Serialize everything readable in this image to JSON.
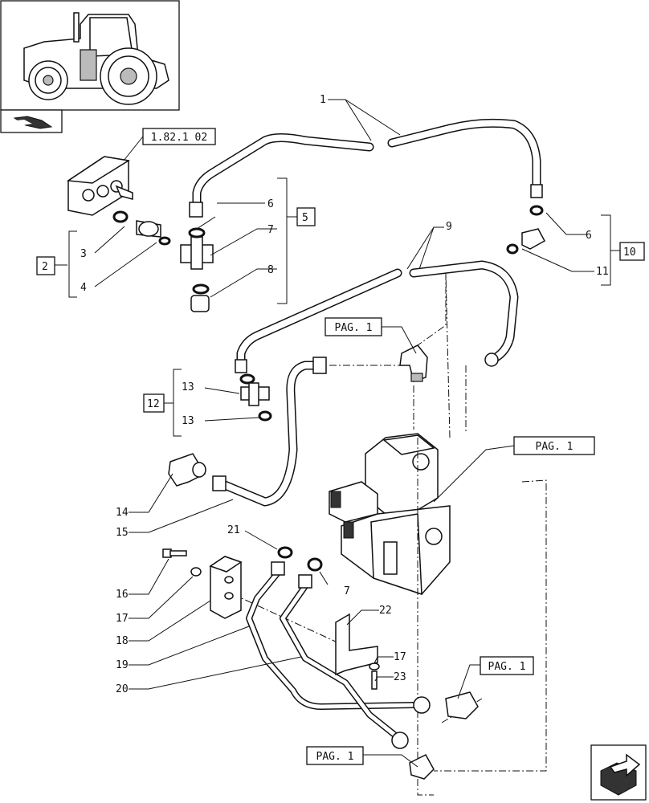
{
  "labels": {
    "n1": "1",
    "n2": "2",
    "n3": "3",
    "n4": "4",
    "n5": "5",
    "n6a": "6",
    "n6b": "6",
    "n7a": "7",
    "n7b": "7",
    "n8": "8",
    "n9": "9",
    "n10": "10",
    "n11": "11",
    "n12": "12",
    "n13a": "13",
    "n13b": "13",
    "n14": "14",
    "n15": "15",
    "n16": "16",
    "n17a": "17",
    "n17b": "17",
    "n18": "18",
    "n19": "19",
    "n20": "20",
    "n21": "21",
    "n22": "22",
    "n23": "23"
  },
  "refs": {
    "section": "1.82.1 02",
    "pag_top": "PAG. 1",
    "pag_valve": "PAG. 1",
    "pag_right": "PAG. 1",
    "pag_bottom": "PAG. 1"
  },
  "icons": {
    "tractor": "tractor-thumbnail-icon",
    "section_book": "section-book-icon",
    "next_page": "next-page-arrow-icon"
  }
}
